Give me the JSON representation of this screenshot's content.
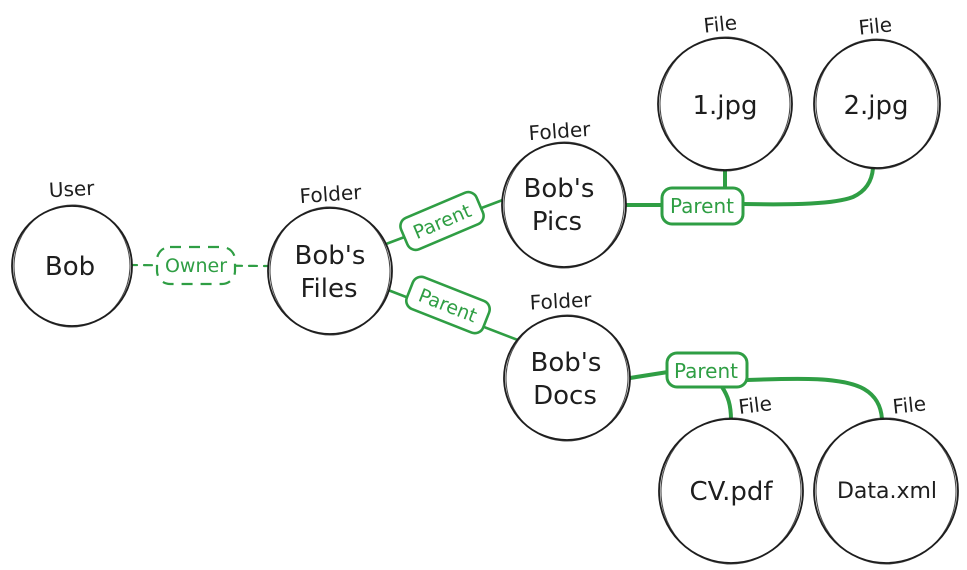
{
  "diagram": {
    "type": "graph",
    "colors": {
      "ink": "#1e1e1e",
      "accent": "#2f9e44",
      "background": "#ffffff"
    },
    "nodes": [
      {
        "id": "bob",
        "entity": "User",
        "lines": [
          "Bob",
          ""
        ]
      },
      {
        "id": "bobs-files",
        "entity": "Folder",
        "lines": [
          "Bob's",
          "Files"
        ]
      },
      {
        "id": "bobs-pics",
        "entity": "Folder",
        "lines": [
          "Bob's",
          "Pics"
        ]
      },
      {
        "id": "file-1jpg",
        "entity": "File",
        "lines": [
          "1.jpg",
          ""
        ]
      },
      {
        "id": "file-2jpg",
        "entity": "File",
        "lines": [
          "2.jpg",
          ""
        ]
      },
      {
        "id": "bobs-docs",
        "entity": "Folder",
        "lines": [
          "Bob's",
          "Docs"
        ]
      },
      {
        "id": "file-cvpdf",
        "entity": "File",
        "lines": [
          "CV.pdf",
          ""
        ]
      },
      {
        "id": "file-dataxml",
        "entity": "File",
        "lines": [
          "Data.xml",
          ""
        ]
      }
    ],
    "relationships": [
      {
        "label": "Owner",
        "from": "bob",
        "to": "bobs-files",
        "style": "dashed"
      },
      {
        "label": "Parent",
        "from": "bobs-files",
        "to": "bobs-pics",
        "style": "solid"
      },
      {
        "label": "Parent",
        "from": "bobs-files",
        "to": "bobs-docs",
        "style": "solid"
      },
      {
        "label": "Parent",
        "from": "bobs-pics",
        "to": "file-1jpg, file-2jpg",
        "style": "solid"
      },
      {
        "label": "Parent",
        "from": "bobs-docs",
        "to": "file-cvpdf, file-dataxml",
        "style": "solid"
      }
    ]
  }
}
